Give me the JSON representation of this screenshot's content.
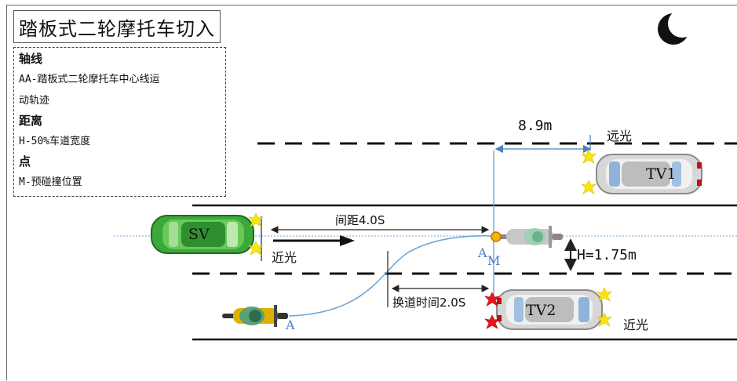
{
  "title": "踏板式二轮摩托车切入",
  "legend": {
    "axis_heading": "轴线",
    "axis_text_line1": "AA-踏板式二轮摩托车中心线运",
    "axis_text_line2": "动轨迹",
    "distance_heading": "距离",
    "distance_text": "H-50%车道宽度",
    "point_heading": "点",
    "point_text": "M-预碰撞位置"
  },
  "vehicles": {
    "sv": "SV",
    "tv1": "TV1",
    "tv2": "TV2"
  },
  "labels": {
    "distance_89": "8.9m",
    "high_beam": "远光",
    "gap": "间距4.0S",
    "low_beam_sv": "近光",
    "h_value": "H=1.75m",
    "lane_change_time": "换道时间2.0S",
    "low_beam_tv2": "近光",
    "point_a_start": "A",
    "point_a_end": "A",
    "point_m": "M"
  },
  "icons": {
    "night": "moon-icon"
  }
}
